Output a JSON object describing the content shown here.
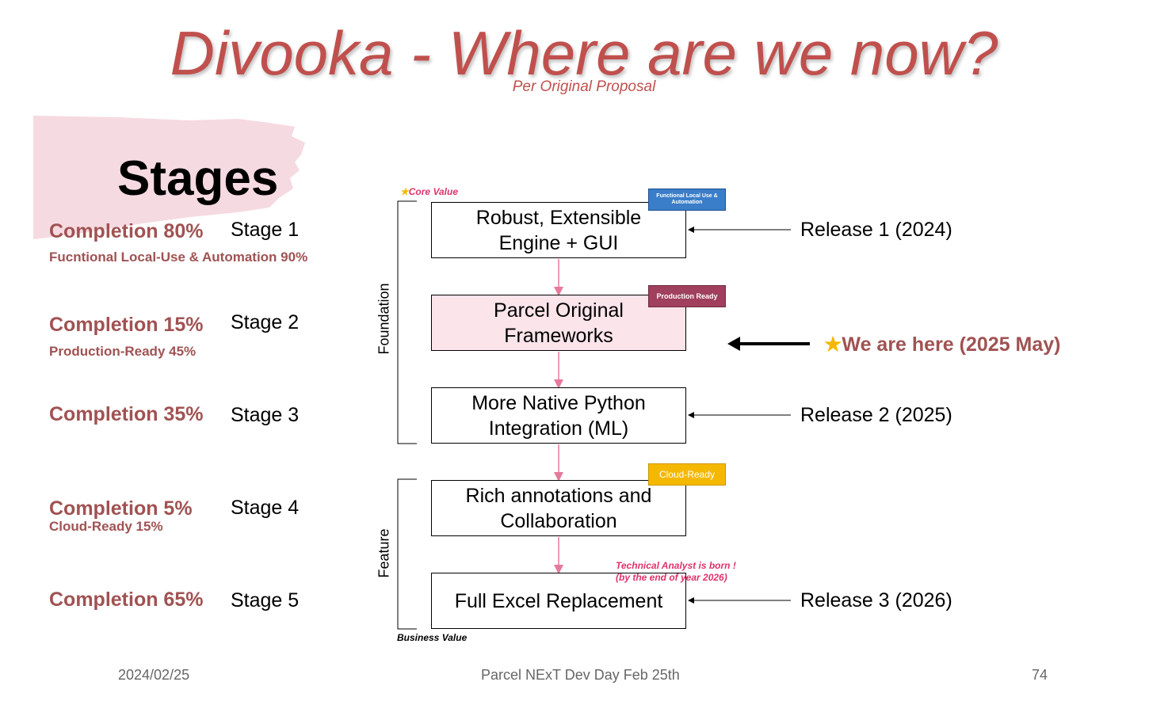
{
  "slide": {
    "title": "Divooka - Where are we now?",
    "subtitle": "Per Original Proposal",
    "stages_heading": "Stages"
  },
  "stages": [
    {
      "completion": "Completion 80%",
      "label": "Stage 1",
      "note": "Fucntional Local-Use & Automation 90%"
    },
    {
      "completion": "Completion 15%",
      "label": "Stage 2",
      "note": "Production-Ready 45%"
    },
    {
      "completion": "Completion 35%",
      "label": "Stage 3",
      "note": ""
    },
    {
      "completion": "Completion 5%",
      "label": "Stage 4",
      "note": "Cloud-Ready 15%"
    },
    {
      "completion": "Completion 65%",
      "label": "Stage 5",
      "note": ""
    }
  ],
  "flow": {
    "boxes": [
      {
        "line1": "Robust, Extensible",
        "line2": "Engine + GUI"
      },
      {
        "line1": "Parcel Original",
        "line2": "Frameworks"
      },
      {
        "line1": "More Native Python",
        "line2": "Integration (ML)"
      },
      {
        "line1": "Rich annotations and",
        "line2": "Collaboration"
      },
      {
        "line1": "Full Excel Replacement",
        "line2": ""
      }
    ],
    "badges": {
      "functional": "Functional Local Use & Automation",
      "production": "Production Ready",
      "cloud": "Cloud-Ready"
    },
    "core_value": "Core Value",
    "business_value": "Business Value",
    "foundation_label": "Foundation",
    "feature_label": "Feature",
    "analyst_note_line1": "Technical Analyst is born !",
    "analyst_note_line2": "(by the end of year 2026)"
  },
  "releases": [
    {
      "label": "Release 1 (2024)"
    },
    {
      "label": "Release 2 (2025)"
    },
    {
      "label": "Release 3 (2026)"
    }
  ],
  "we_are_here": "We are here (2025 May)",
  "footer": {
    "date": "2024/02/25",
    "event": "Parcel NExT Dev Day Feb 25th",
    "page": "74"
  },
  "colors": {
    "title": "#c0504d",
    "completion": "#a05252",
    "arrow_pink": "#e67a9b",
    "brush_pink": "#f4d3dc"
  }
}
